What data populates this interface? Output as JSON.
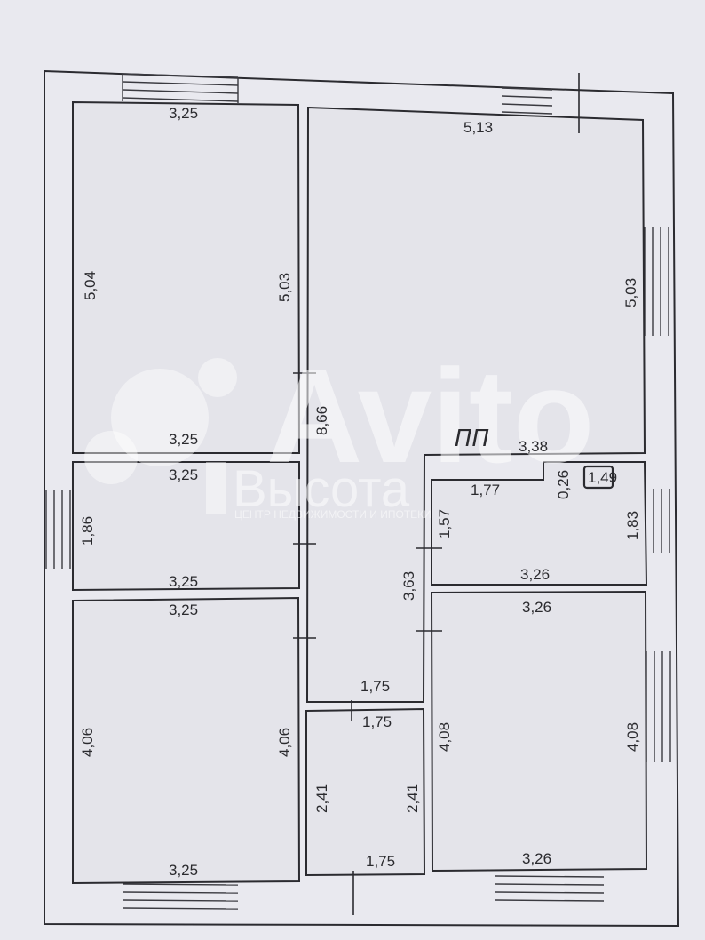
{
  "plan": {
    "rooms": {
      "top_left": {
        "top": "3,25",
        "left": "5,04",
        "right": "5,03",
        "bottom": "3,25"
      },
      "living": {
        "top": "5,13",
        "right": "5,03"
      },
      "corridor": {
        "length": "8,66",
        "lower": "3,63"
      },
      "small_left": {
        "top": "3,25",
        "left": "1,86",
        "bottom": "3,25"
      },
      "bottom_left": {
        "top": "3,25",
        "left": "4,06",
        "right": "4,06",
        "bottom": "3,25"
      },
      "hall_end": {
        "bottom": "1,75"
      },
      "bath": {
        "top": "1,75",
        "left": "2,41",
        "right": "2,41",
        "bottom": "1,75"
      },
      "kitchen_area": {
        "top": "3,38",
        "step_w": "1,77",
        "step_h": "0,26",
        "nook": "1,49",
        "left": "1,57",
        "right": "1,83",
        "bottom": "3,26"
      },
      "bottom_right": {
        "top": "3,26",
        "left": "4,08",
        "right": "4,08",
        "bottom": "3,26"
      }
    },
    "marks": {
      "handwritten": "ПП"
    }
  },
  "watermark": {
    "brand": "Avito",
    "agency": "Высота",
    "tagline": "ЦЕНТР НЕДВИЖИМОСТИ И ИПОТЕКИ"
  }
}
